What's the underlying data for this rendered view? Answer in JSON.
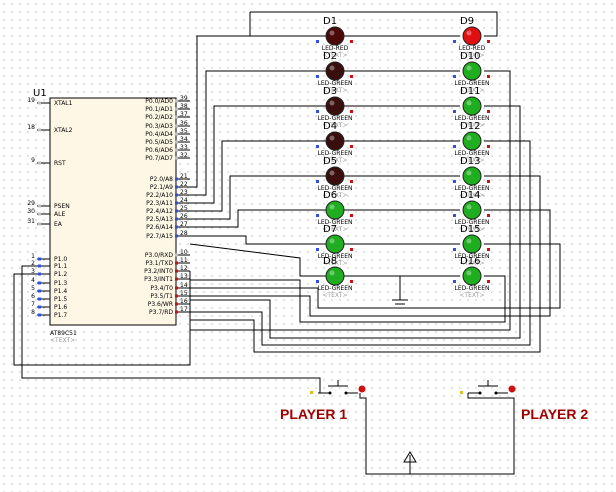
{
  "colors": {
    "wire": "#000000",
    "chip_fill": "#fff7e6",
    "led_red_off": "#4a0808",
    "led_red_on": "#e01010",
    "led_green": "#1fae1f",
    "player_text": "#a00000",
    "pin_marker": "#d01010"
  },
  "mcu": {
    "ref": "U1",
    "part": "AT89C51",
    "text_placeholder": "<TEXT>",
    "left_pins": [
      {
        "num": "19",
        "label": "XTAL1"
      },
      {
        "num": "18",
        "label": "XTAL2"
      },
      {
        "num": "9",
        "label": "RST"
      },
      {
        "num": "29",
        "label": "PSEN"
      },
      {
        "num": "30",
        "label": "ALE"
      },
      {
        "num": "31",
        "label": "EA"
      },
      {
        "num": "1",
        "label": "P1.0"
      },
      {
        "num": "2",
        "label": "P1.1"
      },
      {
        "num": "3",
        "label": "P1.2"
      },
      {
        "num": "4",
        "label": "P1.3"
      },
      {
        "num": "5",
        "label": "P1.4"
      },
      {
        "num": "6",
        "label": "P1.5"
      },
      {
        "num": "7",
        "label": "P1.6"
      },
      {
        "num": "8",
        "label": "P1.7"
      }
    ],
    "right_pins": [
      {
        "num": "39",
        "label": "P0.0/AD0"
      },
      {
        "num": "38",
        "label": "P0.1/AD1"
      },
      {
        "num": "37",
        "label": "P0.2/AD2"
      },
      {
        "num": "36",
        "label": "P0.3/AD3"
      },
      {
        "num": "35",
        "label": "P0.4/AD4"
      },
      {
        "num": "34",
        "label": "P0.5/AD5"
      },
      {
        "num": "33",
        "label": "P0.6/AD6"
      },
      {
        "num": "32",
        "label": "P0.7/AD7"
      },
      {
        "num": "21",
        "label": "P2.0/A8"
      },
      {
        "num": "22",
        "label": "P2.1/A9"
      },
      {
        "num": "23",
        "label": "P2.2/A10"
      },
      {
        "num": "24",
        "label": "P2.3/A11"
      },
      {
        "num": "25",
        "label": "P2.4/A12"
      },
      {
        "num": "26",
        "label": "P2.5/A13"
      },
      {
        "num": "27",
        "label": "P2.6/A14"
      },
      {
        "num": "28",
        "label": "P2.7/A15"
      },
      {
        "num": "10",
        "label": "P3.0/RXD"
      },
      {
        "num": "11",
        "label": "P3.1/TXD"
      },
      {
        "num": "12",
        "label": "P3.2/INT0"
      },
      {
        "num": "13",
        "label": "P3.3/INT1"
      },
      {
        "num": "14",
        "label": "P3.4/T0"
      },
      {
        "num": "15",
        "label": "P3.5/T1"
      },
      {
        "num": "16",
        "label": "P3.6/WR"
      },
      {
        "num": "17",
        "label": "P3.7/RD"
      }
    ]
  },
  "leds_left": [
    {
      "ref": "D1",
      "type": "LED-RED",
      "state": "off"
    },
    {
      "ref": "D2",
      "type": "LED-GREEN",
      "state": "off"
    },
    {
      "ref": "D3",
      "type": "LED-GREEN",
      "state": "off"
    },
    {
      "ref": "D4",
      "type": "LED-GREEN",
      "state": "off"
    },
    {
      "ref": "D5",
      "type": "LED-GREEN",
      "state": "off"
    },
    {
      "ref": "D6",
      "type": "LED-GREEN",
      "state": "on"
    },
    {
      "ref": "D7",
      "type": "LED-GREEN",
      "state": "on"
    },
    {
      "ref": "D8",
      "type": "LED-GREEN",
      "state": "on"
    }
  ],
  "leds_right": [
    {
      "ref": "D9",
      "type": "LED-RED",
      "state": "on"
    },
    {
      "ref": "D10",
      "type": "LED-GREEN",
      "state": "on"
    },
    {
      "ref": "D11",
      "type": "LED-GREEN",
      "state": "on"
    },
    {
      "ref": "D12",
      "type": "LED-GREEN",
      "state": "on"
    },
    {
      "ref": "D13",
      "type": "LED-GREEN",
      "state": "on"
    },
    {
      "ref": "D14",
      "type": "LED-GREEN",
      "state": "on"
    },
    {
      "ref": "D15",
      "type": "LED-GREEN",
      "state": "on"
    },
    {
      "ref": "D16",
      "type": "LED-GREEN",
      "state": "on"
    }
  ],
  "led_text_placeholder": "<TEXT>",
  "players": {
    "player1": "PLAYER 1",
    "player2": "PLAYER 2"
  }
}
